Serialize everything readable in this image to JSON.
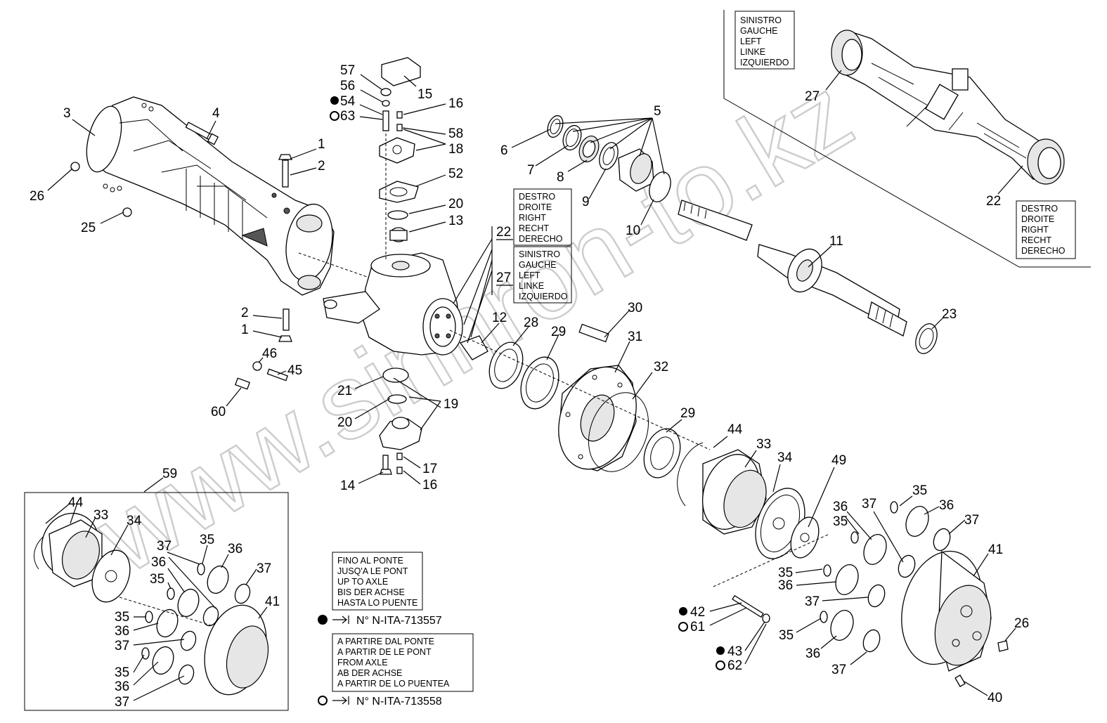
{
  "callouts": [
    "1",
    "2",
    "3",
    "4",
    "5",
    "6",
    "7",
    "8",
    "9",
    "10",
    "11",
    "12",
    "13",
    "14",
    "15",
    "16",
    "17",
    "18",
    "19",
    "20",
    "21",
    "22",
    "23",
    "25",
    "26",
    "27",
    "28",
    "29",
    "30",
    "31",
    "32",
    "33",
    "34",
    "35",
    "36",
    "37",
    "40",
    "41",
    "42",
    "43",
    "44",
    "45",
    "46",
    "49",
    "52",
    "54",
    "56",
    "57",
    "58",
    "59",
    "60",
    "61",
    "62",
    "63"
  ],
  "side_boxes": {
    "right_label": [
      "DESTRO",
      "DROITE",
      "RIGHT",
      "RECHT",
      "DERECHO"
    ],
    "left_label": [
      "SINISTRO",
      "GAUCHE",
      "LEFT",
      "LINKE",
      "IZQUIERDO"
    ],
    "ref_right": "22",
    "ref_left": "27"
  },
  "serial_boxes": {
    "up_to": [
      "FINO AL PONTE",
      "JUSQ'A LE PONT",
      "UP TO AXLE",
      "BIS DER ACHSE",
      "HASTA LO PUENTE"
    ],
    "up_to_number": "N° N-ITA-713557",
    "from": [
      "A PARTIRE DAL PONTE",
      "A PARTIR DE LE PONT",
      "FROM AXLE",
      "AB DER ACHSE",
      "A PARTIR DE LO PUENTEA"
    ],
    "from_number": "N° N-ITA-713558"
  },
  "watermark": "www.sinhron-to.kz",
  "colors": {
    "line": "#000000",
    "background": "#ffffff",
    "watermark": "#bdbdbd"
  }
}
